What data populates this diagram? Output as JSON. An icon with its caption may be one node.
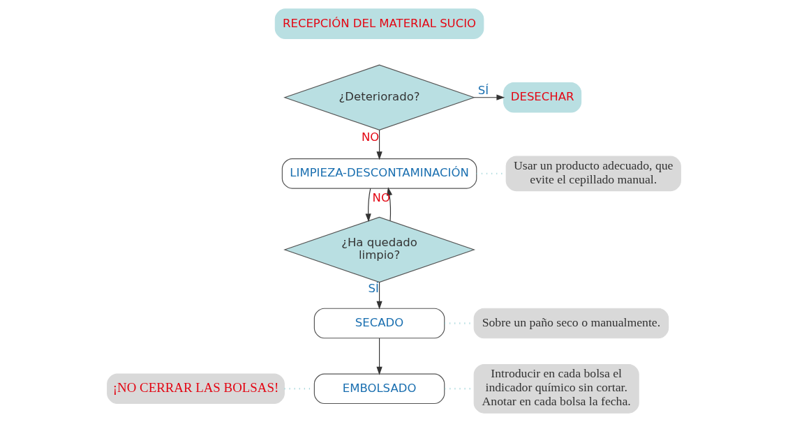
{
  "diagram": {
    "nodes": [
      {
        "text": [
          "RECEPCIÓN DEL MATERIAL SUCIO"
        ]
      },
      {
        "text": [
          "¿Deteriorado?"
        ]
      },
      {
        "text": [
          "DESECHAR"
        ]
      },
      {
        "text": [
          "LIMPIEZA-DESCONTAMINACIÓN"
        ]
      },
      {
        "text": [
          "Usar un producto adecuado, que evite el cepillado manual."
        ]
      },
      {
        "text": [
          "¿Ha quedado limpio?"
        ]
      },
      {
        "text": [
          "SECADO"
        ]
      },
      {
        "text": [
          "Sobre un paño seco o manualmente."
        ]
      },
      {
        "text": [
          "¡NO CERRAR LAS BOLSAS!"
        ]
      },
      {
        "text": [
          "EMBOLSADO"
        ]
      },
      {
        "text": [
          "Introducir en cada bolsa el indicador químico sin cortar. Anotar en cada bolsa la fecha."
        ]
      }
    ],
    "edges": [
      {
        "from": 1,
        "to": 2,
        "arrow": "to",
        "label": "SÍ"
      },
      {
        "from": 1,
        "to": 3,
        "arrow": "to",
        "label": "NO"
      },
      {
        "from": 3,
        "to": 4,
        "arrow": "none",
        "style": "dashed",
        "color": "#a8d8dc"
      },
      {
        "from": 3,
        "to": 5,
        "arrow": "to"
      },
      {
        "from": 5,
        "to": 3,
        "arrow": "to",
        "label": "NO"
      },
      {
        "from": 5,
        "to": 6,
        "arrow": "to",
        "label": "SÍ"
      },
      {
        "from": 6,
        "to": 7,
        "arrow": "none",
        "style": "dashed",
        "color": "#a8d8dc"
      },
      {
        "from": 6,
        "to": 9,
        "arrow": "to"
      },
      {
        "from": 8,
        "to": 9,
        "arrow": "none",
        "style": "dashed",
        "color": "#a8d8dc"
      },
      {
        "from": 9,
        "to": 10,
        "arrow": "none",
        "style": "dashed",
        "color": "#a8d8dc"
      }
    ]
  }
}
